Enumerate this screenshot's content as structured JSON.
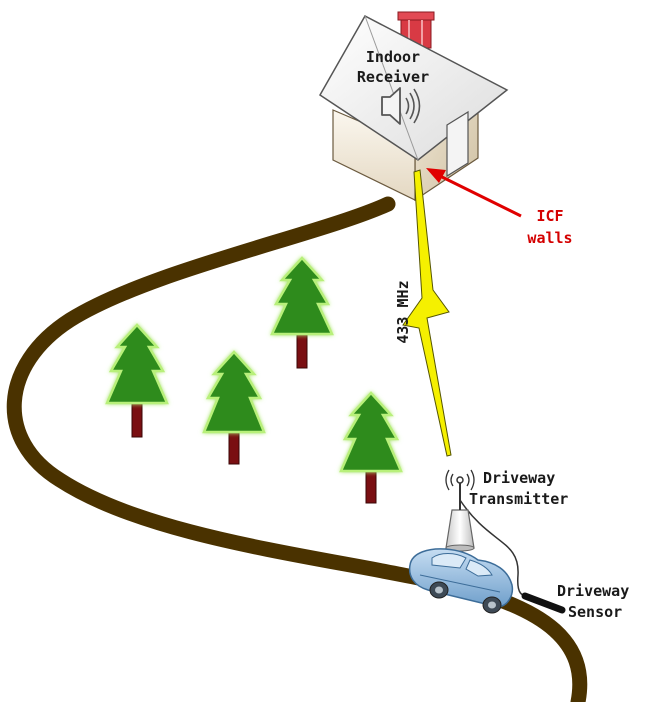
{
  "labels": {
    "indoor_receiver_line1": "Indoor",
    "indoor_receiver_line2": "Receiver",
    "icf_line1": "ICF",
    "icf_line2": "walls",
    "frequency": "433 MHz",
    "transmitter_line1": "Driveway",
    "transmitter_line2": "Transmitter",
    "sensor_line1": "Driveway",
    "sensor_line2": "Sensor"
  },
  "colors": {
    "road": "#4a3200",
    "tree_foliage": "#2e8b1e",
    "tree_glow": "#b8f07a",
    "tree_trunk": "#7a0f12",
    "lightning": "#f5f000",
    "icf_label": "#d40000",
    "chimney": "#d83a44",
    "car": "#86b4dc"
  },
  "icons": {
    "speaker": "speaker-icon",
    "antenna": "antenna-icon"
  }
}
